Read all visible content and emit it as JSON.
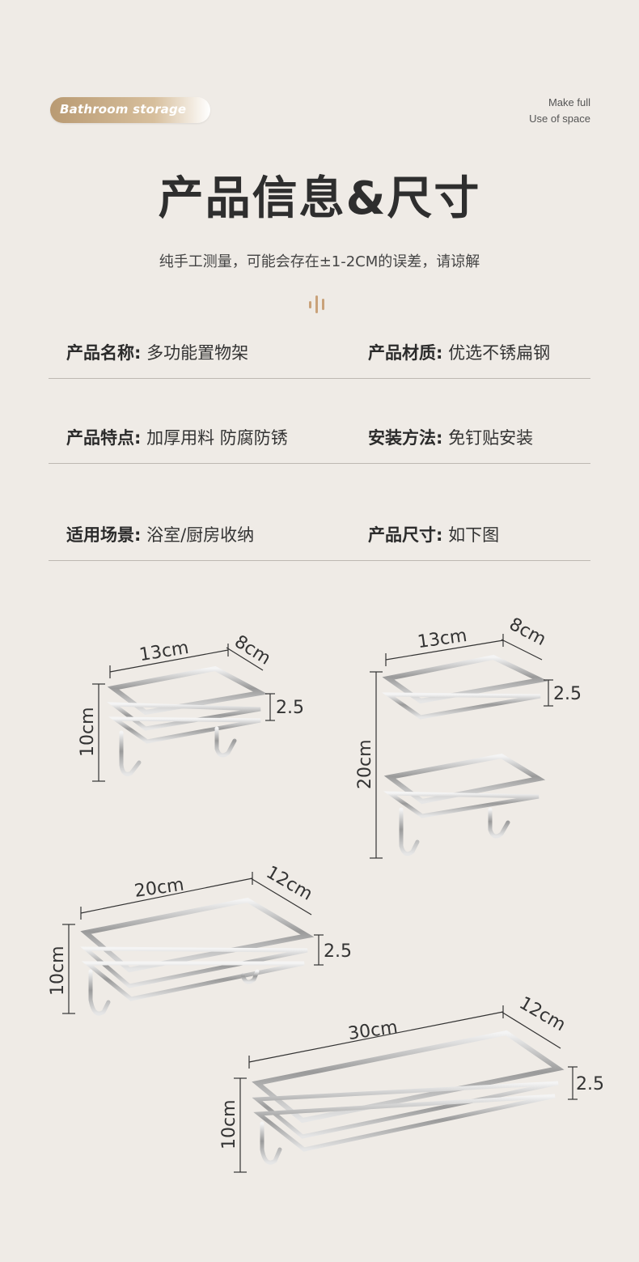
{
  "header": {
    "badge": "Bathroom storage",
    "tagline_line1": "Make full",
    "tagline_line2": "Use of space"
  },
  "title": "产品信息&尺寸",
  "subtitle": "纯手工测量，可能会存在±1-2CM的误差，请谅解",
  "info": {
    "name_label": "产品名称:",
    "name_value": "多功能置物架",
    "material_label": "产品材质:",
    "material_value": "优选不锈扁钢",
    "feature_label": "产品特点:",
    "feature_value": "加厚用料 防腐防锈",
    "install_label": "安装方法:",
    "install_value": "免钉贴安装",
    "scene_label": "适用场景:",
    "scene_value": "浴室/厨房收纳",
    "size_label": "产品尺寸:",
    "size_value": "如下图"
  },
  "dimensions": {
    "rack1": {
      "length": "13cm",
      "depth": "8cm",
      "height": "10cm",
      "rim": "2.5"
    },
    "rack2": {
      "length": "13cm",
      "depth": "8cm",
      "height": "20cm",
      "rim": "2.5"
    },
    "rack3": {
      "length": "20cm",
      "depth": "12cm",
      "height": "10cm",
      "rim": "2.5"
    },
    "rack4": {
      "length": "30cm",
      "depth": "12cm",
      "height": "10cm",
      "rim": "2.5"
    }
  },
  "colors": {
    "background": "#efebe6",
    "accent": "#c9a27a",
    "badge_gradient_start": "#b99a72"
  }
}
